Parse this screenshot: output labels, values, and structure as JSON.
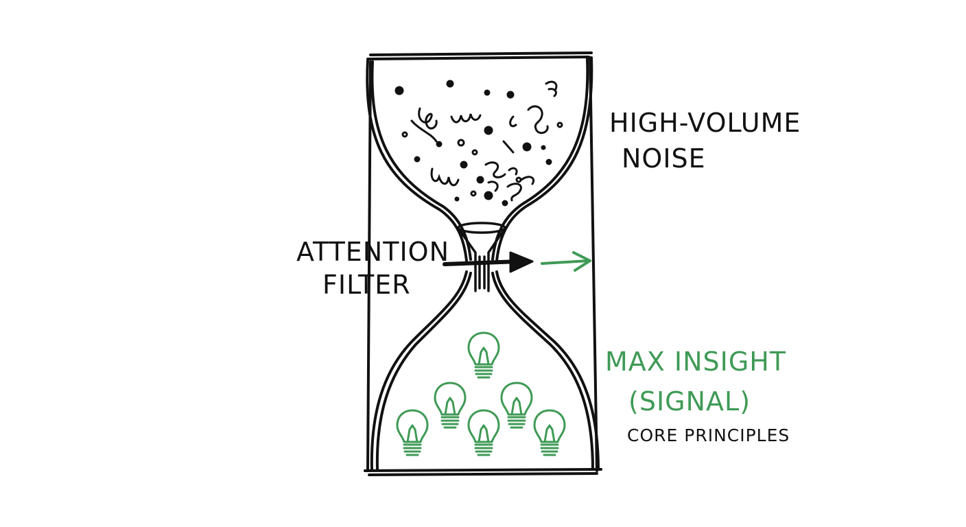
{
  "labels": {
    "noise_line1": "HIGH-VOLUME",
    "noise_line2": "NOISE",
    "filter_line1": "ATTENTION",
    "filter_line2": "FILTER",
    "insight_line1": "MAX INSIGHT",
    "insight_line2": "(SIGNAL)",
    "insight_sub": "CORE PRINCIPLES"
  },
  "colors": {
    "ink": "#111111",
    "signal_green": "#3f9a56"
  },
  "icons": {
    "noise": "scribble-dots",
    "filter": "funnel-icon",
    "signal": "lightbulb-icon"
  }
}
